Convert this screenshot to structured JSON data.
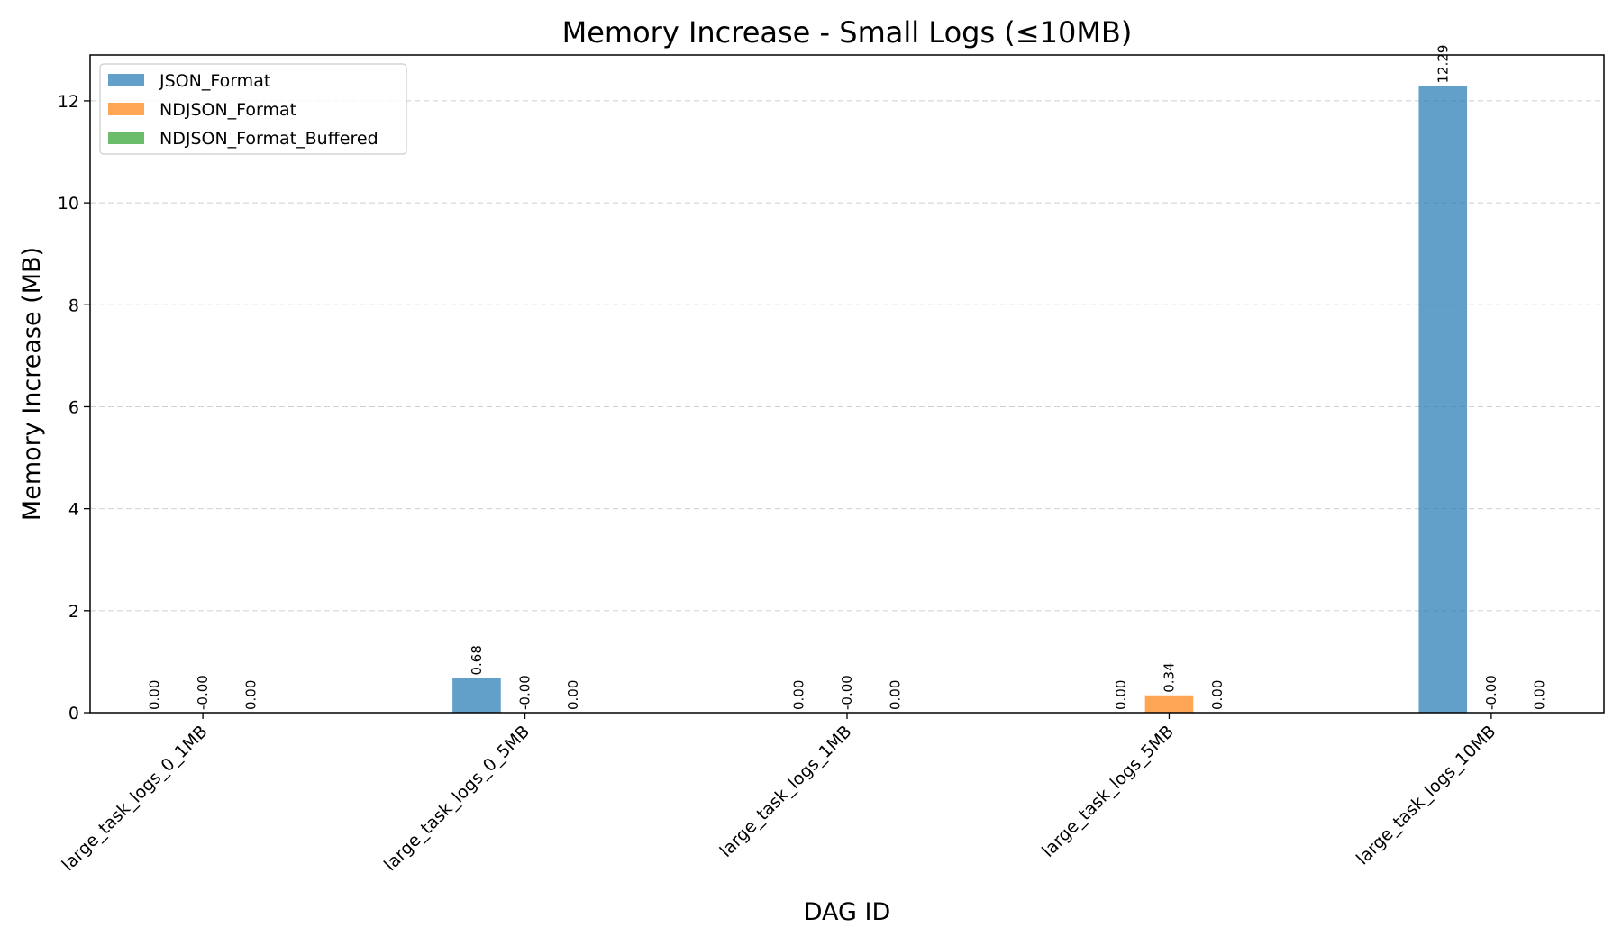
{
  "chart_data": {
    "type": "bar",
    "title": "Memory Increase - Small Logs (≤10MB)",
    "xlabel": "DAG ID",
    "ylabel": "Memory Increase (MB)",
    "categories": [
      "large_task_logs_0_1MB",
      "large_task_logs_0_5MB",
      "large_task_logs_1MB",
      "large_task_logs_5MB",
      "large_task_logs_10MB"
    ],
    "series": [
      {
        "name": "JSON_Format",
        "color": "#1f77b4",
        "values": [
          0.0,
          0.68,
          0.0,
          0.0,
          12.29
        ],
        "labels": [
          "0.00",
          "0.68",
          "0.00",
          "0.00",
          "12.29"
        ]
      },
      {
        "name": "NDJSON_Format",
        "color": "#ff7f0e",
        "values": [
          -0.0,
          -0.0,
          -0.0,
          0.34,
          -0.0
        ],
        "labels": [
          "-0.00",
          "-0.00",
          "-0.00",
          "0.34",
          "-0.00"
        ]
      },
      {
        "name": "NDJSON_Format_Buffered",
        "color": "#2ca02c",
        "values": [
          0.0,
          0.0,
          0.0,
          0.0,
          0.0
        ],
        "labels": [
          "0.00",
          "0.00",
          "0.00",
          "0.00",
          "0.00"
        ]
      }
    ],
    "ylim": [
      0,
      12.9
    ],
    "yticks": [
      0,
      2,
      4,
      6,
      8,
      10,
      12
    ],
    "grid": "y-dashed",
    "legend_position": "top-left",
    "bar_opacity": 0.7
  }
}
